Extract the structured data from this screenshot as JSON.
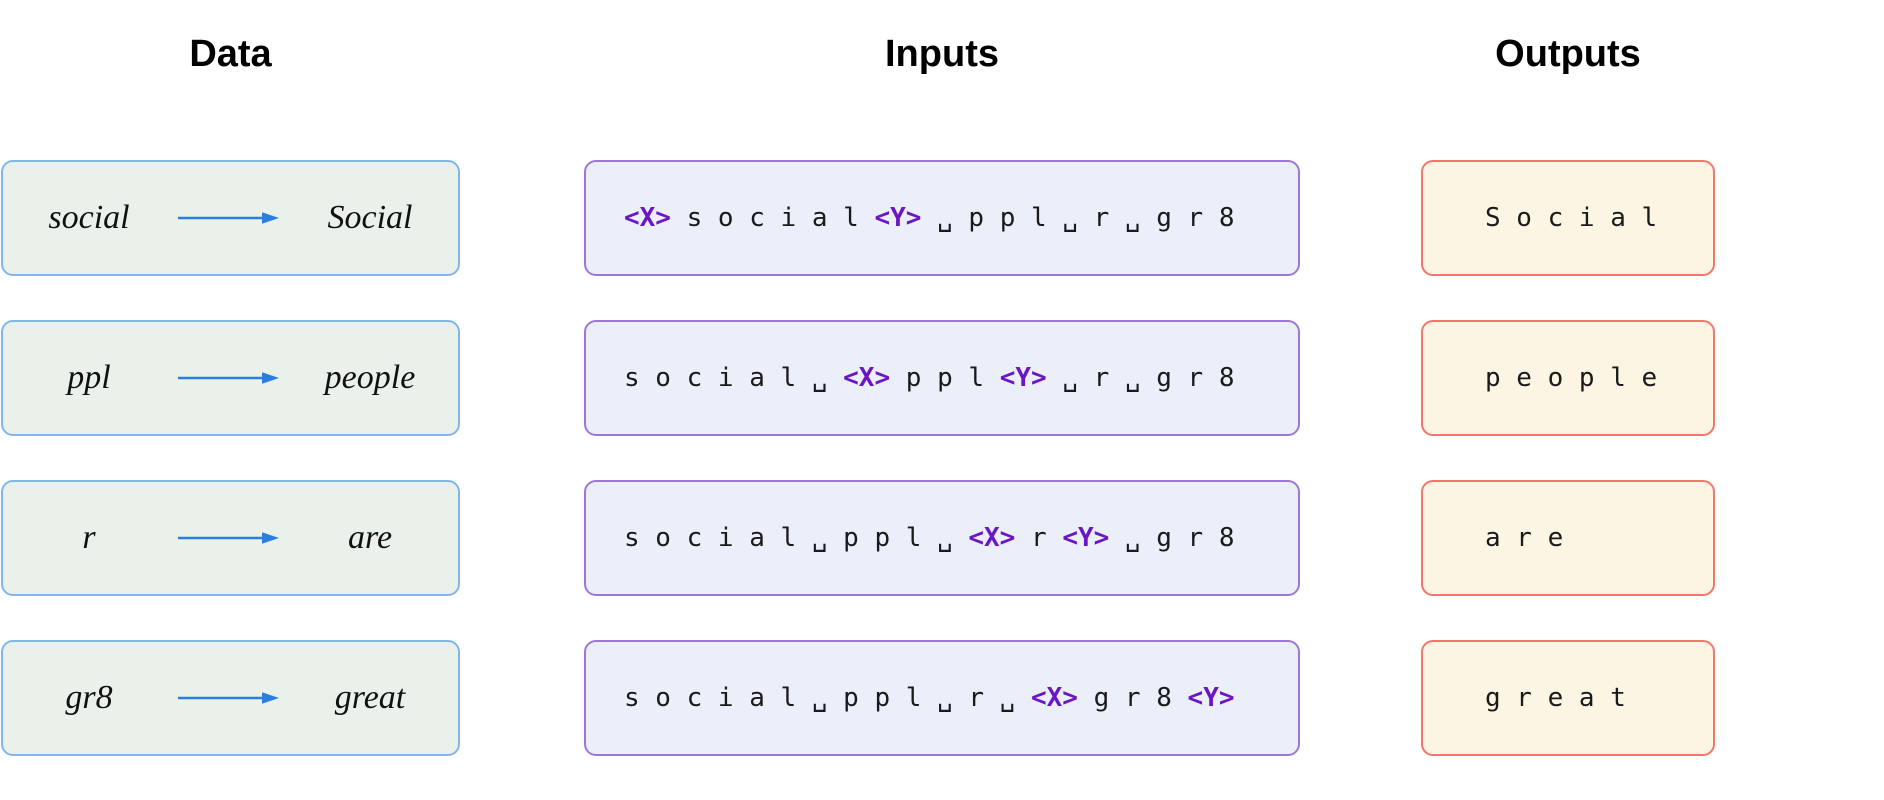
{
  "headers": {
    "data": "Data",
    "inputs": "Inputs",
    "outputs": "Outputs"
  },
  "colors": {
    "data_box": {
      "fill": "#EAF1EB",
      "border": "#82B6EA"
    },
    "input_box": {
      "fill": "#EBEFFA",
      "border": "#A175D6"
    },
    "output_box": {
      "fill": "#FCF5E4",
      "border": "#F3776B"
    },
    "token": "#6A16C4",
    "arrow": "#2B7DE0"
  },
  "icons": {
    "arrow": "arrow-right-icon"
  },
  "space_marker": "␣",
  "sentinels": {
    "x": "<X>",
    "y": "<Y>"
  },
  "rows": [
    {
      "source": "social",
      "target": "Social",
      "input_segments": [
        {
          "text": "<X>",
          "token": true
        },
        {
          "text": " s o c i a l ",
          "token": false
        },
        {
          "text": "<Y>",
          "token": true
        },
        {
          "text": " ␣ p p l ␣ r ␣ g r 8",
          "token": false
        }
      ],
      "output": "S o c i a l"
    },
    {
      "source": "ppl",
      "target": "people",
      "input_segments": [
        {
          "text": "s o c i a l ␣ ",
          "token": false
        },
        {
          "text": "<X>",
          "token": true
        },
        {
          "text": " p p l ",
          "token": false
        },
        {
          "text": "<Y>",
          "token": true
        },
        {
          "text": " ␣ r ␣ g r 8",
          "token": false
        }
      ],
      "output": "p e o p l e"
    },
    {
      "source": "r",
      "target": "are",
      "input_segments": [
        {
          "text": "s o c i a l ␣ p p l ␣ ",
          "token": false
        },
        {
          "text": "<X>",
          "token": true
        },
        {
          "text": " r ",
          "token": false
        },
        {
          "text": "<Y>",
          "token": true
        },
        {
          "text": " ␣ g r 8",
          "token": false
        }
      ],
      "output": "a r e"
    },
    {
      "source": "gr8",
      "target": "great",
      "input_segments": [
        {
          "text": "s o c i a l ␣ p p l ␣ r ␣ ",
          "token": false
        },
        {
          "text": "<X>",
          "token": true
        },
        {
          "text": " g r 8 ",
          "token": false
        },
        {
          "text": "<Y>",
          "token": true
        }
      ],
      "output": "g r e a t"
    }
  ]
}
